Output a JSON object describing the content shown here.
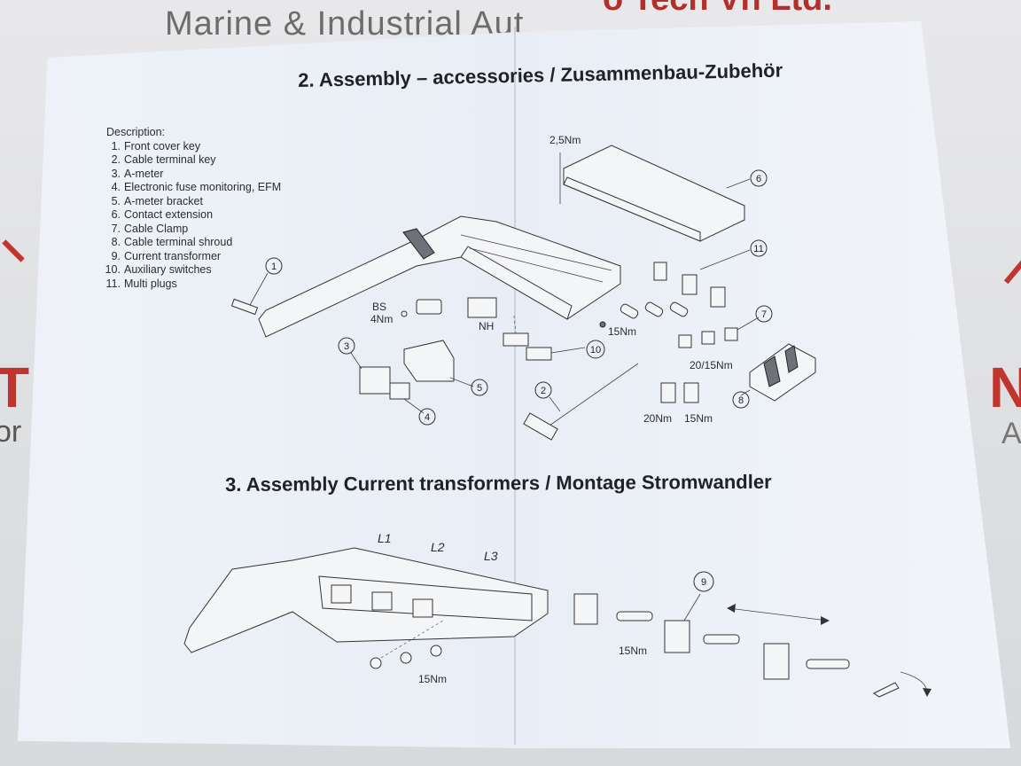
{
  "background": {
    "watermark_text": "Marine & Industrial Aut",
    "watermark_top_text": "o Tech Vn Ltd.",
    "side_mark_left": "T",
    "side_mark_left_2": "or",
    "side_mark_right": "N",
    "side_mark_right_2": "A"
  },
  "section2": {
    "title": "2. Assembly – accessories / Zusammenbau-Zubehör",
    "description_heading": "Description:",
    "items": [
      {
        "num": "1.",
        "label": "Front cover key"
      },
      {
        "num": "2.",
        "label": "Cable terminal key"
      },
      {
        "num": "3.",
        "label": "A-meter"
      },
      {
        "num": "4.",
        "label": "Electronic fuse monitoring, EFM"
      },
      {
        "num": "5.",
        "label": "A-meter bracket"
      },
      {
        "num": "6.",
        "label": "Contact extension"
      },
      {
        "num": "7.",
        "label": "Cable Clamp"
      },
      {
        "num": "8.",
        "label": "Cable terminal shroud"
      },
      {
        "num": "9.",
        "label": "Current transformer"
      },
      {
        "num": "10.",
        "label": "Auxiliary switches"
      },
      {
        "num": "11.",
        "label": "Multi plugs"
      }
    ],
    "labels": {
      "torque_25": "2,5Nm",
      "bs": "BS",
      "torque_4": "4Nm",
      "nh": "NH",
      "torque_15a": "15Nm",
      "torque_2015": "20/15Nm",
      "torque_20": "20Nm",
      "torque_15b": "15Nm"
    },
    "callouts": [
      "1",
      "2",
      "3",
      "4",
      "5",
      "6",
      "7",
      "8",
      "10",
      "11"
    ]
  },
  "section3": {
    "title": "3. Assembly Current transformers / Montage Stromwandler",
    "phase_labels": [
      "L1",
      "L2",
      "L3"
    ],
    "torque_ct": "15Nm",
    "torque_nuts": "15Nm",
    "callout": "9"
  }
}
